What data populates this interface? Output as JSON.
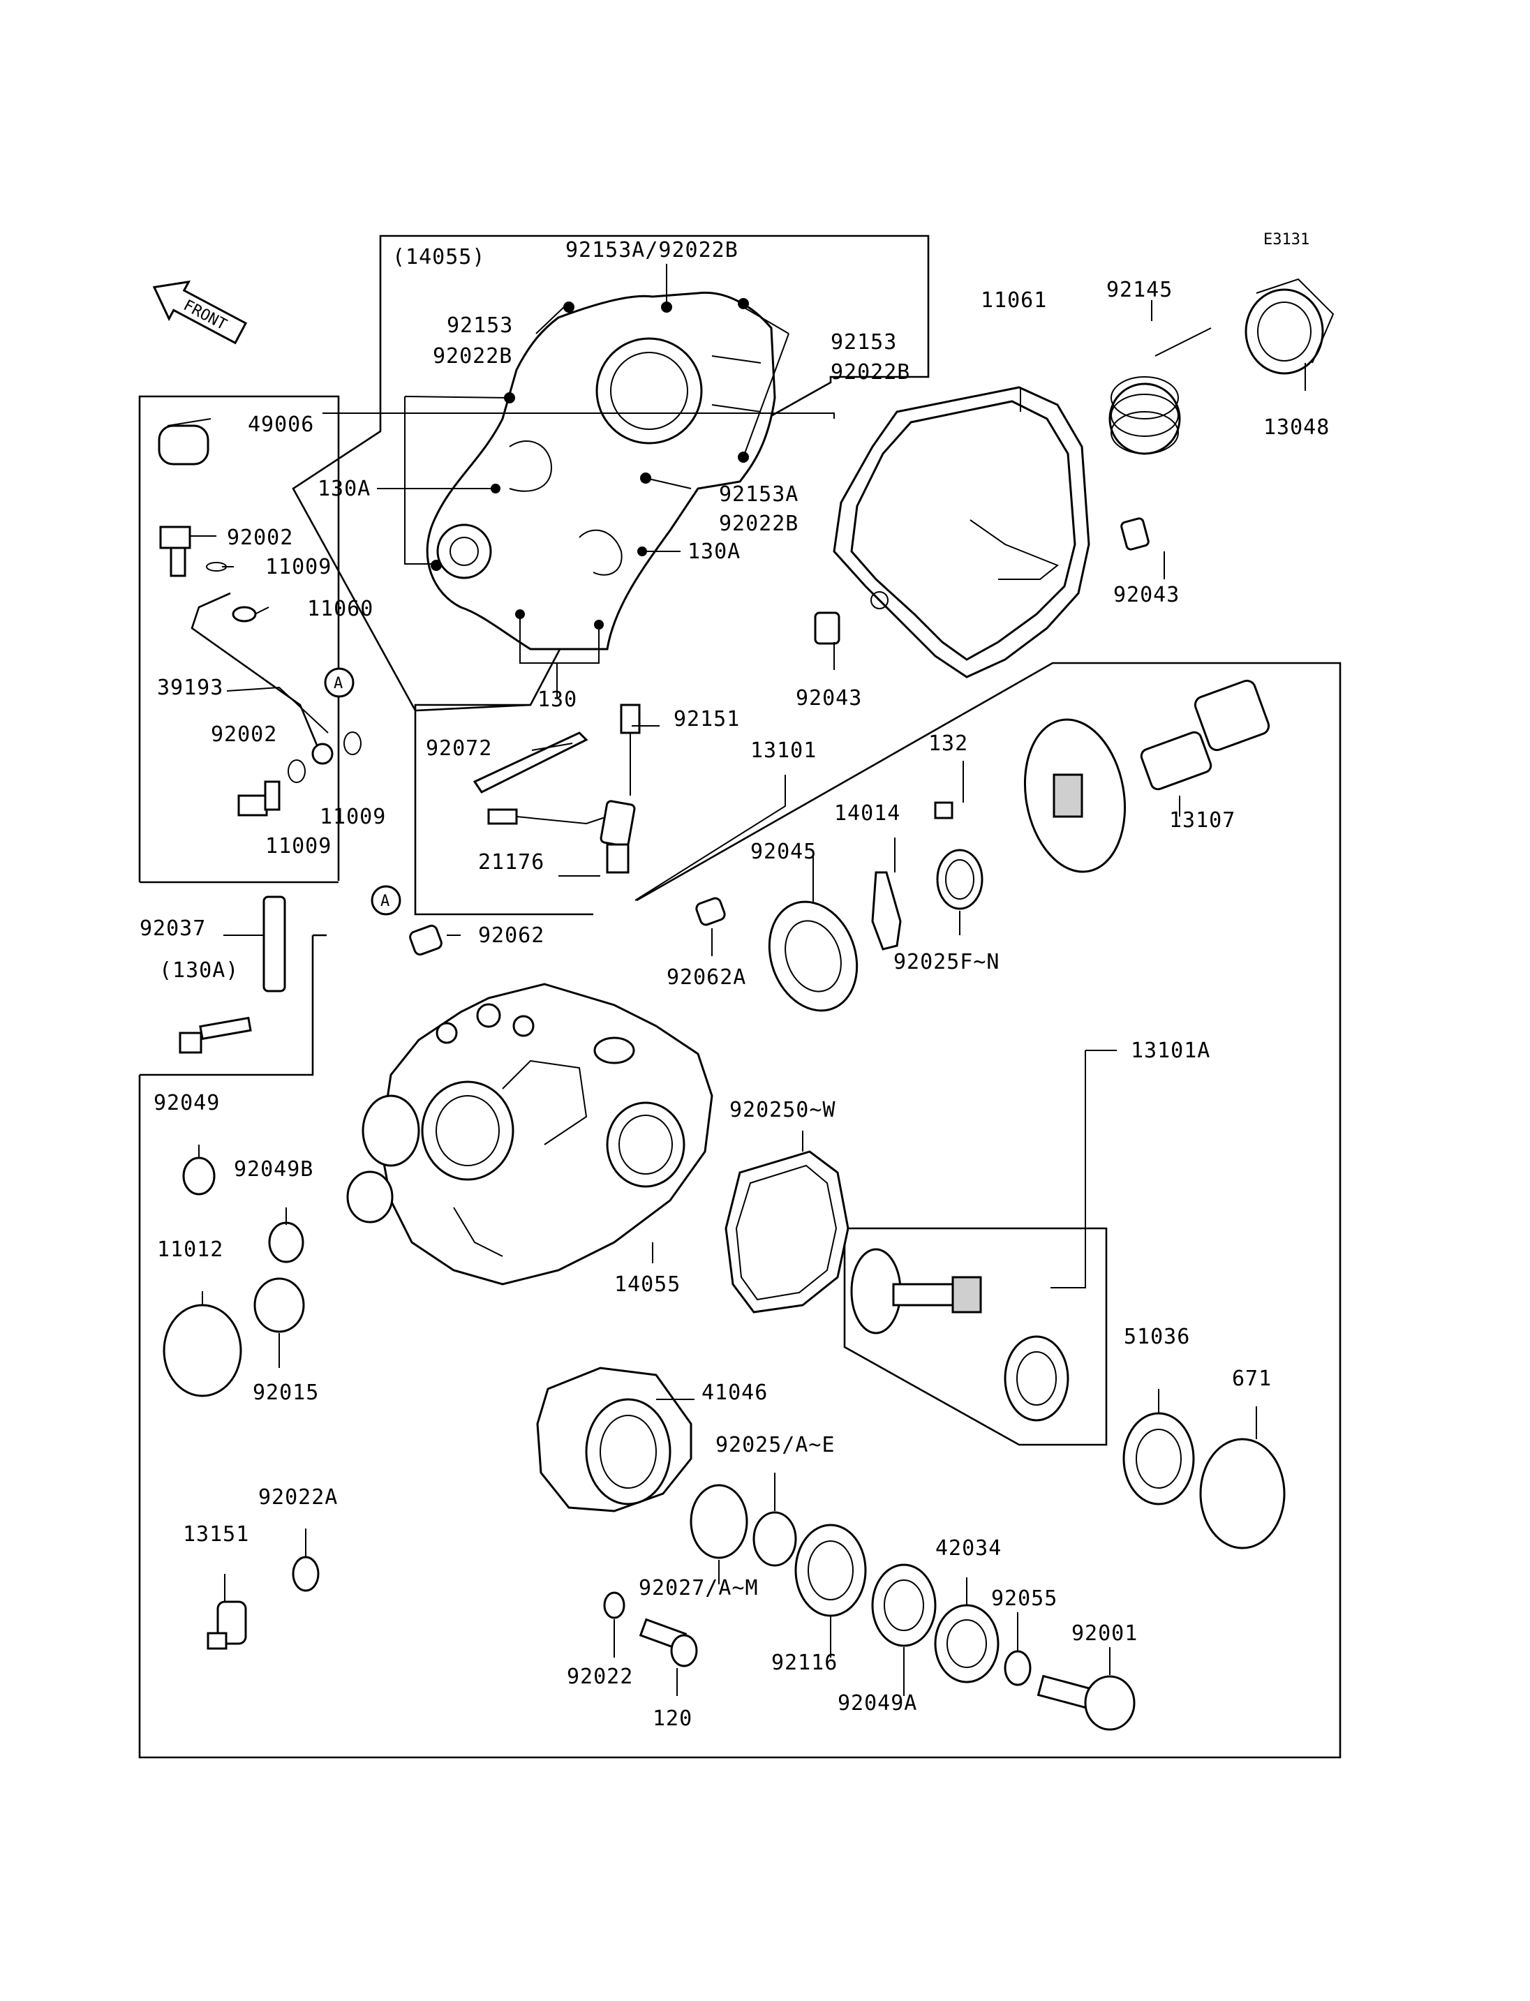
{
  "diagram_id": "E3131",
  "front_label": "FRONT",
  "callout_A": "A",
  "labels": {
    "p14055_ref": "(14055)",
    "p92153A_92022B": "92153A/92022B",
    "p92153_left": "92153",
    "p92022B_left": "92022B",
    "p92153_right": "92153",
    "p92022B_right": "92022B",
    "p92153A": "92153A",
    "p92022B_mid": "92022B",
    "p130A_left": "130A",
    "p130A_right": "130A",
    "p130": "130",
    "p49006": "49006",
    "p92002_top": "92002",
    "p11009_top": "11009",
    "p11060": "11060",
    "p39193": "39193",
    "p92002_bot": "92002",
    "p11009_bot_right": "11009",
    "p11009_bot_left": "11009",
    "p11061": "11061",
    "p92145": "92145",
    "p13048": "13048",
    "p92043_right": "92043",
    "p92043_left": "92043",
    "p92072": "92072",
    "p92151": "92151",
    "p13101": "13101",
    "p132": "132",
    "p13107": "13107",
    "p14014": "14014",
    "p21176": "21176",
    "p92045": "92045",
    "p92062": "92062",
    "p92062A": "92062A",
    "p92025FN": "92025F~N",
    "p92037": "92037",
    "p130A_ref": "(130A)",
    "p13101A": "13101A",
    "p92049": "92049",
    "p92049B": "92049B",
    "p920250W": "920250~W",
    "p11012": "11012",
    "p14055": "14055",
    "p92015": "92015",
    "p51036": "51036",
    "p671": "671",
    "p41046": "41046",
    "p92025AE": "92025/A~E",
    "p92022A": "92022A",
    "p13151": "13151",
    "p92027AM": "92027/A~M",
    "p42034": "42034",
    "p92055": "92055",
    "p92001": "92001",
    "p92116": "92116",
    "p92022": "92022",
    "p120": "120",
    "p92049A": "92049A"
  }
}
